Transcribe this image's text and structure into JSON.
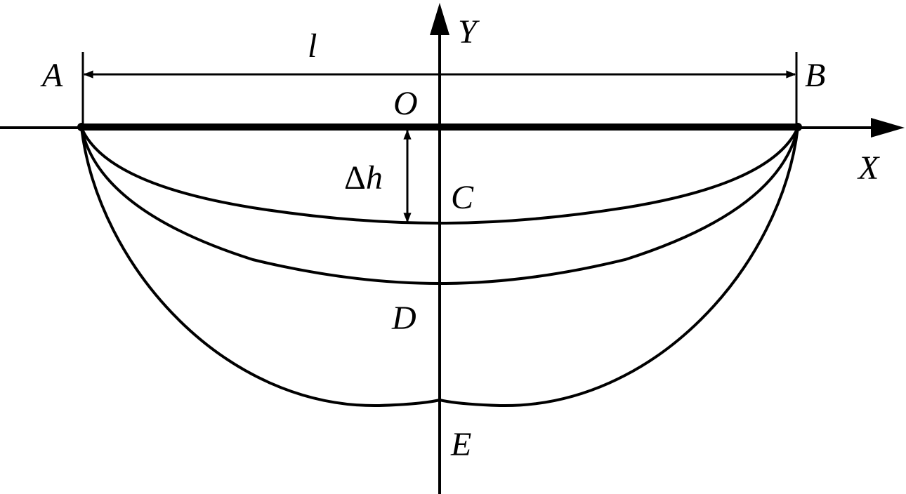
{
  "diagram": {
    "axis_labels": {
      "x": "X",
      "y": "Y"
    },
    "point_labels": {
      "A": "A",
      "B": "B",
      "O": "O",
      "C": "C",
      "D": "D",
      "E": "E"
    },
    "span_label": "l",
    "sag_label": {
      "delta": "Δ",
      "var": "h"
    },
    "colors": {
      "stroke": "#000000",
      "background": "#ffffff"
    }
  }
}
